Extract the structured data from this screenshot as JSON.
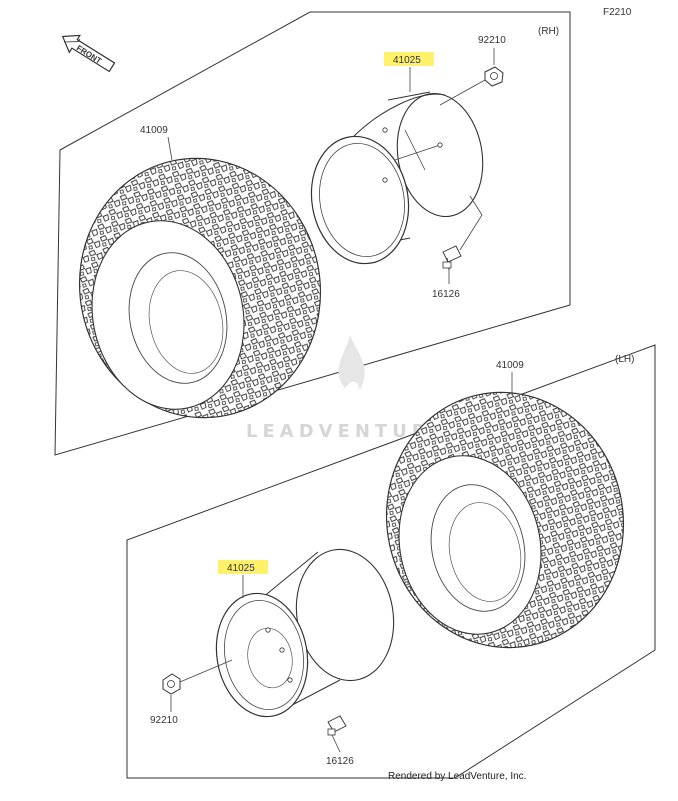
{
  "figure_code": "F2210",
  "front_badge": "FRONT",
  "watermark": "LEADVENTURE",
  "credit": "Rendered by LeadVenture, Inc.",
  "colors": {
    "highlight": "#fff16a",
    "line": "#333333"
  },
  "rh_section": {
    "side_label": "(RH)",
    "parts": {
      "tire": "41009",
      "wheel": "41025",
      "nut": "92210",
      "valve": "16126"
    }
  },
  "lh_section": {
    "side_label": "(LH)",
    "parts": {
      "tire": "41009",
      "wheel": "41025",
      "nut": "92210",
      "valve": "16126"
    }
  }
}
